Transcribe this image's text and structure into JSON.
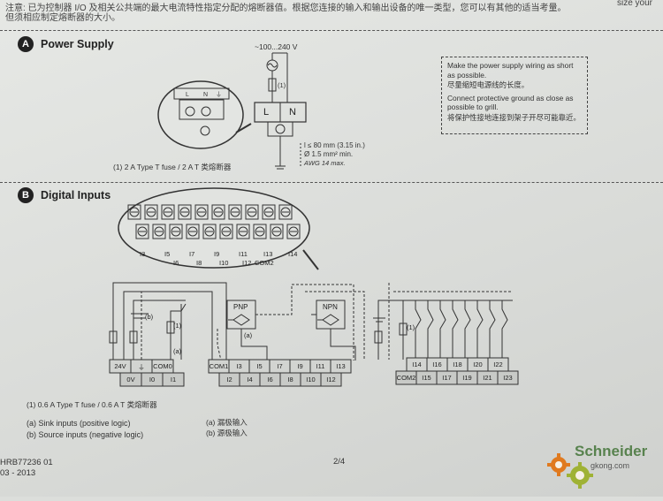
{
  "top_text": {
    "line1": "注意: 已为控制器 I/O 及相关公共端的最大电流特性指定分配的熔断器值。根据您连接的输入和输出设备的唯一类型，您可以有其他的适当考量。",
    "line2": "但须相应制定熔断器的大小。",
    "line3": "size your"
  },
  "section_a": {
    "letter": "A",
    "title": "Power Supply",
    "voltage": "~100...240 V",
    "fuse_mark": "(1)",
    "terminal_l": "L",
    "terminal_n": "N",
    "wire_length": "l ≤ 80 mm (3.15 in.)",
    "wire_size": "Ø 1.5 mm² min.",
    "awg": "AWG 14 max.",
    "fuse_note": "(1) 2 A Type T fuse / 2 A T 类熔断器",
    "note_line1": "Make the power supply wiring as short as possible.",
    "note_line2": "尽量缩短电源线的长度。",
    "note_line3": "Connect protective ground as close as possible to grill.",
    "note_line4": "将保护性接地连接到架子开尽可能靠近。"
  },
  "section_b": {
    "letter": "B",
    "title": "Digital Inputs",
    "strip_labels": [
      "I3",
      "I5",
      "I7",
      "I9",
      "I11",
      "I13",
      "I14"
    ],
    "strip_labels_low": [
      "I6",
      "I8",
      "I10",
      "I12",
      "COM2"
    ],
    "block1_top": [
      "24V",
      "⏚",
      "COM0"
    ],
    "block1_bottom": [
      "0V",
      "I0",
      "I1"
    ],
    "block2_top": [
      "COM1",
      "I3",
      "I5",
      "I7",
      "I9",
      "I11",
      "I13"
    ],
    "block2_bottom": [
      "I2",
      "I4",
      "I6",
      "I8",
      "I10",
      "I12"
    ],
    "block3_top": [
      "I14",
      "I16",
      "I18",
      "I20",
      "I22"
    ],
    "block3_bottom": [
      "COM2",
      "I15",
      "I17",
      "I19",
      "I21",
      "I23"
    ],
    "pnp": "PNP",
    "npn": "NPN",
    "mark_a": "(a)",
    "mark_b": "(b)",
    "mark_1": "(1)",
    "fuse_note": "(1) 0.6 A Type T fuse / 0.6 A T 类熔断器",
    "legend_a_en": "(a)  Sink inputs (positive logic)",
    "legend_b_en": "(b)  Source inputs (negative logic)",
    "legend_a_cn": "(a)  漏极输入",
    "legend_b_cn": "(b)  源极输入"
  },
  "footer": {
    "doc_id": "HRB77236 01",
    "date": "03 - 2013",
    "page": "2/4",
    "brand": "Schneider",
    "watermark": "gkong.com"
  }
}
